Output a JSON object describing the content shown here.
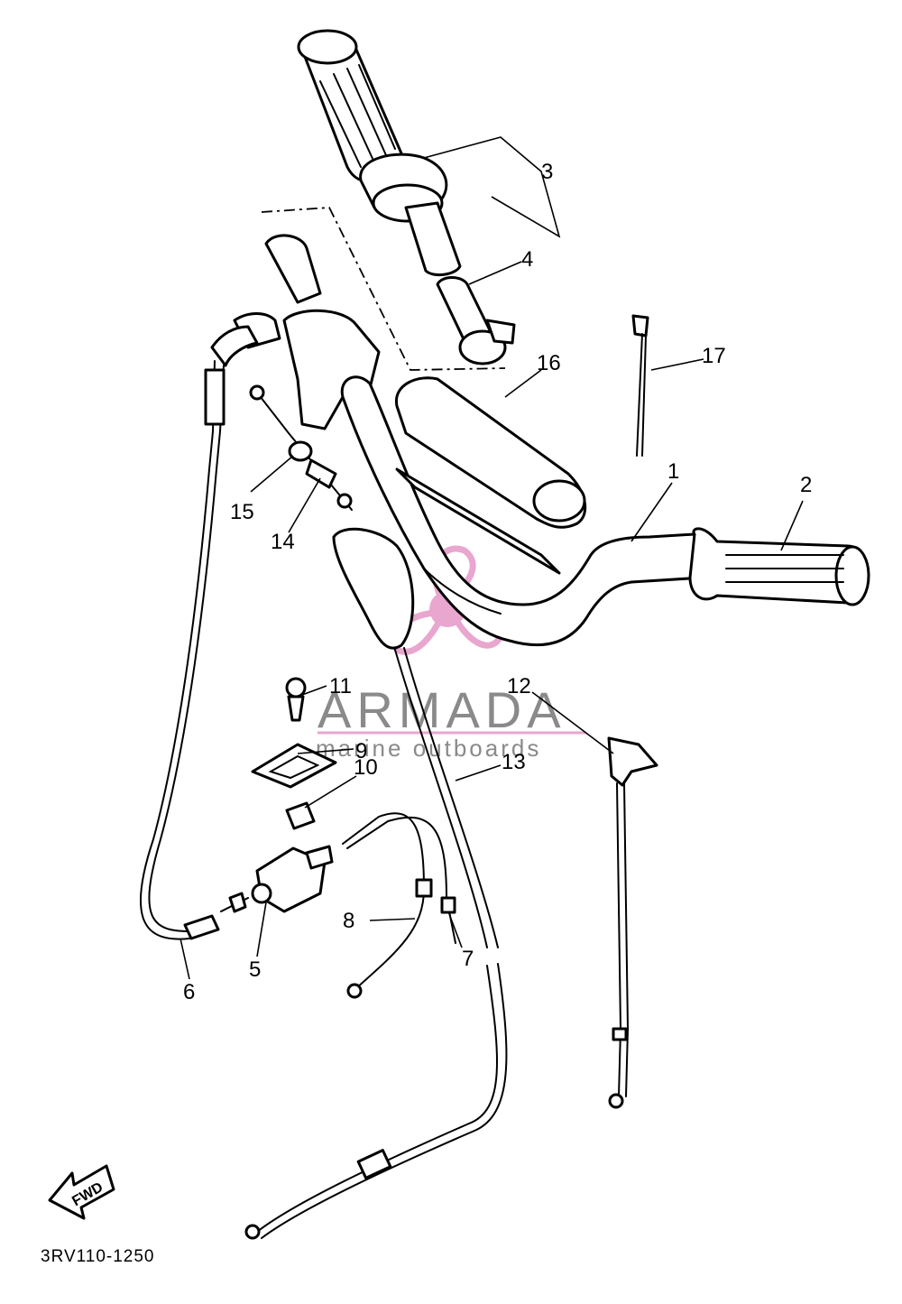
{
  "diagram_code": "3RV110-1250",
  "direction_label": "FWD",
  "callouts": [
    {
      "id": "1",
      "label": "1"
    },
    {
      "id": "2",
      "label": "2"
    },
    {
      "id": "3",
      "label": "3"
    },
    {
      "id": "4",
      "label": "4"
    },
    {
      "id": "5",
      "label": "5"
    },
    {
      "id": "6",
      "label": "6"
    },
    {
      "id": "7",
      "label": "7"
    },
    {
      "id": "8",
      "label": "8"
    },
    {
      "id": "9",
      "label": "9"
    },
    {
      "id": "10",
      "label": "10"
    },
    {
      "id": "11",
      "label": "11"
    },
    {
      "id": "12",
      "label": "12"
    },
    {
      "id": "13",
      "label": "13"
    },
    {
      "id": "14",
      "label": "14"
    },
    {
      "id": "15",
      "label": "15"
    },
    {
      "id": "16",
      "label": "16"
    },
    {
      "id": "17",
      "label": "17"
    }
  ],
  "watermark": {
    "title": "ARMADA",
    "subtitle": "marine outboards",
    "title_color": "#8a8a8a",
    "accent_color": "#e9a6cf"
  }
}
